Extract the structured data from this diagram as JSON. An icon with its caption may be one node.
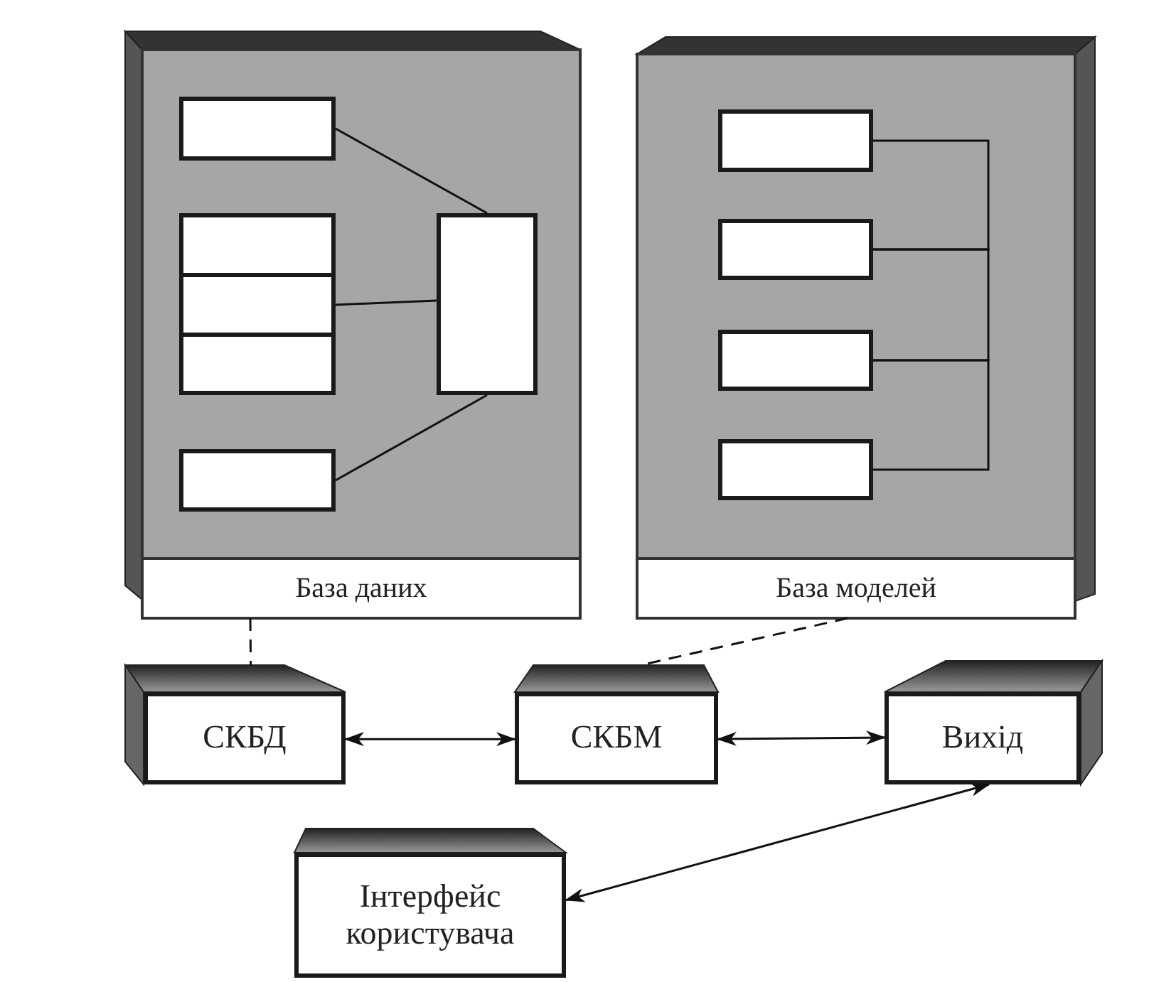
{
  "diagram": {
    "nodes": [
      {
        "text": [
          "База даних"
        ]
      },
      {
        "text": [],
        "shape": "box",
        "in": 0
      },
      {
        "text": [],
        "shape": "box",
        "in": 0
      },
      {
        "text": [],
        "shape": "box",
        "in": 0
      },
      {
        "text": [],
        "shape": "box",
        "in": 0
      },
      {
        "text": [],
        "shape": "box",
        "in": 0
      },
      {
        "text": [],
        "shape": "box",
        "in": 0
      },
      {
        "text": [
          "База моделей"
        ]
      },
      {
        "text": [],
        "shape": "box",
        "in": 7
      },
      {
        "text": [],
        "shape": "box",
        "in": 7
      },
      {
        "text": [],
        "shape": "box",
        "in": 7
      },
      {
        "text": [],
        "shape": "box",
        "in": 7
      },
      {
        "text": [
          "СКБД"
        ]
      },
      {
        "text": [
          "СКБМ"
        ]
      },
      {
        "text": [
          "Вихід"
        ]
      },
      {
        "text": [
          "Інтерфейс користувача"
        ]
      }
    ],
    "edges": [
      {
        "from": 1,
        "to": 6,
        "arrow": "none"
      },
      {
        "from": 3,
        "to": 6,
        "arrow": "none"
      },
      {
        "from": 5,
        "to": 6,
        "arrow": "none"
      },
      {
        "from": 8,
        "to": 9,
        "arrow": "none"
      },
      {
        "from": 9,
        "to": 10,
        "arrow": "none"
      },
      {
        "from": 10,
        "to": 11,
        "arrow": "none"
      },
      {
        "from": 0,
        "to": 12,
        "arrow": "none",
        "style": "dashed"
      },
      {
        "from": 7,
        "to": 13,
        "arrow": "none",
        "style": "dashed"
      },
      {
        "from": 12,
        "to": 13,
        "arrow": "both"
      },
      {
        "from": 13,
        "to": 14,
        "arrow": "both"
      },
      {
        "from": 14,
        "to": 15,
        "arrow": "both"
      }
    ]
  }
}
